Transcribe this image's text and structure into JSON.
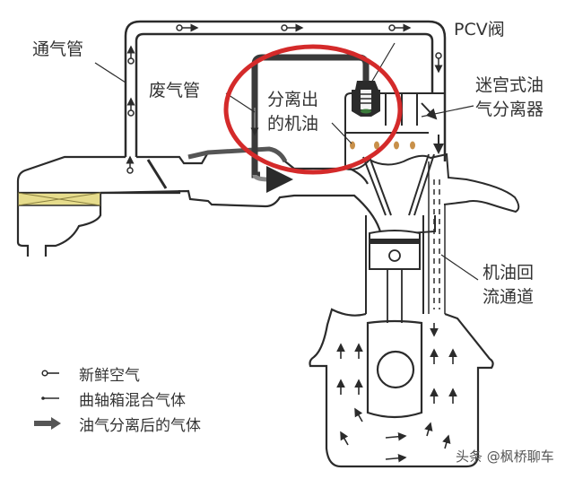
{
  "diagram": {
    "subject": "PCV crankcase ventilation with labyrinth oil separator",
    "labels": {
      "vent_pipe": "通气管",
      "exhaust_pipe": "废气管",
      "separated_oil": [
        "分离出",
        "的机油"
      ],
      "pcv_valve": "PCV阀",
      "labyrinth_separator": [
        "迷宫式油",
        "气分离器"
      ],
      "oil_return": [
        "机油回",
        "流通道"
      ]
    },
    "legend": [
      {
        "symbol": "circle-arrow",
        "label": "新鲜空气"
      },
      {
        "symbol": "small-arrow",
        "label": "曲轴箱混合气体"
      },
      {
        "symbol": "thick-gray-arrow",
        "label": "油气分离后的气体"
      }
    ],
    "watermark": "头条 @枫桥聊车",
    "highlight": {
      "shape": "ellipse",
      "color": "#d42a2a"
    },
    "colors": {
      "line": "#2b2b2b",
      "separated_gas": "#8a8a8a",
      "filter": "#e6dc8c",
      "oil_drop": "#c8904a",
      "valve_green": "#3a7a3a"
    }
  }
}
